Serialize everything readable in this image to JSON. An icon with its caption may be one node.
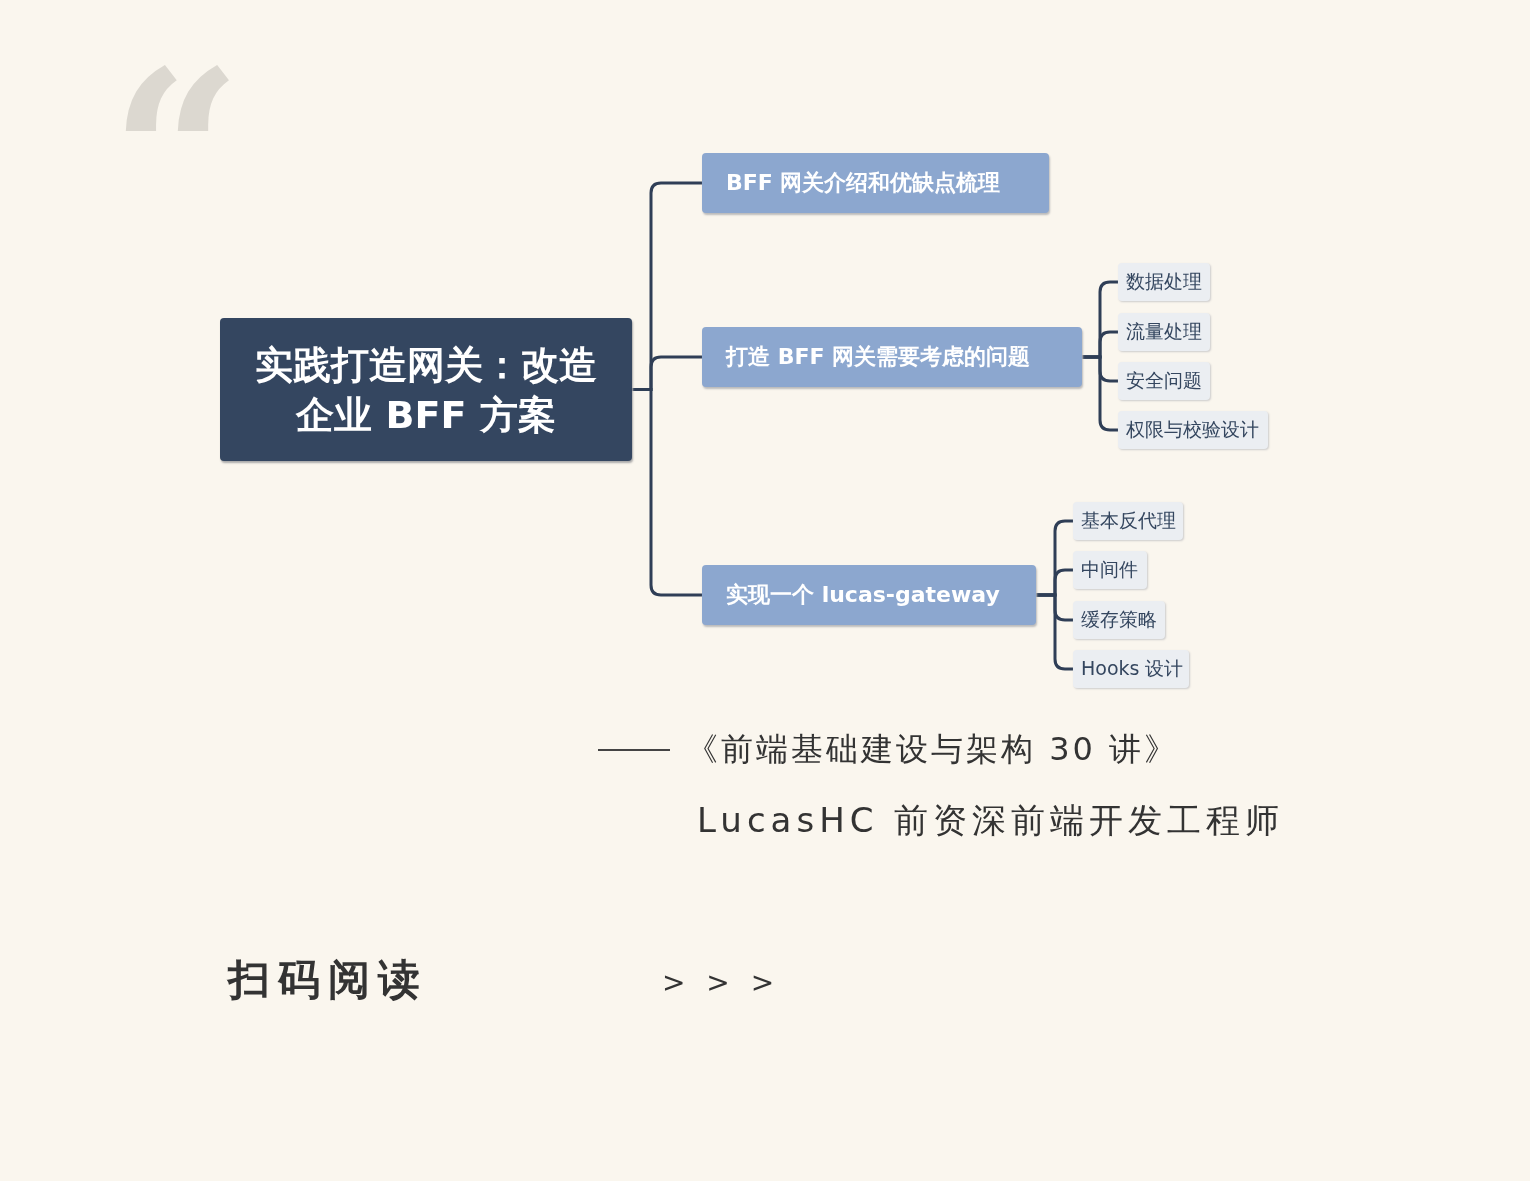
{
  "diagram": {
    "nodes": [
      {
        "text": [
          "实践打造网关：改造企业 BFF 方案"
        ]
      },
      {
        "text": [
          "BFF 网关介绍和优缺点梳理"
        ]
      },
      {
        "text": [
          "打造 BFF 网关需要考虑的问题"
        ]
      },
      {
        "text": [
          "数据处理"
        ]
      },
      {
        "text": [
          "流量处理"
        ]
      },
      {
        "text": [
          "安全问题"
        ]
      },
      {
        "text": [
          "权限与校验设计"
        ]
      },
      {
        "text": [
          "实现一个 lucas-gateway"
        ]
      },
      {
        "text": [
          "基本反代理"
        ]
      },
      {
        "text": [
          "中间件"
        ]
      },
      {
        "text": [
          "缓存策略"
        ]
      },
      {
        "text": [
          "Hooks 设计"
        ]
      }
    ],
    "edges": [
      {
        "from": 0,
        "to": 1,
        "arrow": "none"
      },
      {
        "from": 0,
        "to": 2,
        "arrow": "none"
      },
      {
        "from": 0,
        "to": 7,
        "arrow": "none"
      },
      {
        "from": 2,
        "to": 3,
        "arrow": "none"
      },
      {
        "from": 2,
        "to": 4,
        "arrow": "none"
      },
      {
        "from": 2,
        "to": 5,
        "arrow": "none"
      },
      {
        "from": 2,
        "to": 6,
        "arrow": "none"
      },
      {
        "from": 7,
        "to": 8,
        "arrow": "none"
      },
      {
        "from": 7,
        "to": 9,
        "arrow": "none"
      },
      {
        "from": 7,
        "to": 10,
        "arrow": "none"
      },
      {
        "from": 7,
        "to": 11,
        "arrow": "none"
      }
    ],
    "labels": [
      "“",
      "《前端基础建设与架构 30 讲》",
      "LucasHC 前资深前端开发工程师",
      "扫码阅读",
      "> > >"
    ]
  }
}
